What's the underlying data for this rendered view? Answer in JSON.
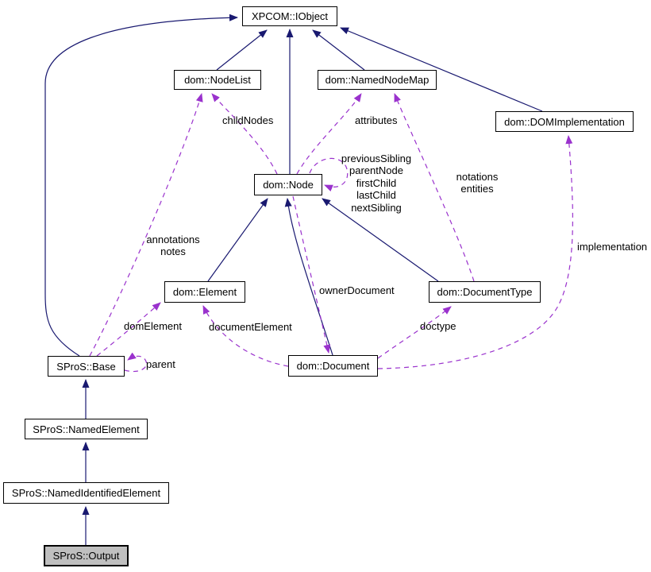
{
  "diagram": {
    "colors": {
      "inheritance": "#191970",
      "usage": "#9a32cd",
      "node_fill": "#ffffff",
      "node_border": "#000000",
      "focus_fill": "#bfbfbf",
      "background": "#ffffff"
    },
    "nodes": {
      "iobject": {
        "label": "XPCOM::IObject"
      },
      "nodelist": {
        "label": "dom::NodeList"
      },
      "namednodemap": {
        "label": "dom::NamedNodeMap"
      },
      "domimplementation": {
        "label": "dom::DOMImplementation"
      },
      "node": {
        "label": "dom::Node"
      },
      "element": {
        "label": "dom::Element"
      },
      "documenttype": {
        "label": "dom::DocumentType"
      },
      "document": {
        "label": "dom::Document"
      },
      "base": {
        "label": "SProS::Base"
      },
      "namedelement": {
        "label": "SProS::NamedElement"
      },
      "namedidentifiedelement": {
        "label": "SProS::NamedIdentifiedElement"
      },
      "output": {
        "label": "SProS::Output"
      }
    },
    "edge_labels": {
      "childNodes": "childNodes",
      "attributes": "attributes",
      "node_self": "previousSibling\nparentNode\nfirstChild\nlastChild\nnextSibling",
      "notations_entities": "notations\nentities",
      "implementation": "implementation",
      "annotations_notes": "annotations\nnotes",
      "ownerDocument": "ownerDocument",
      "doctype": "doctype",
      "documentElement": "documentElement",
      "domElement": "domElement",
      "parent": "parent"
    }
  }
}
